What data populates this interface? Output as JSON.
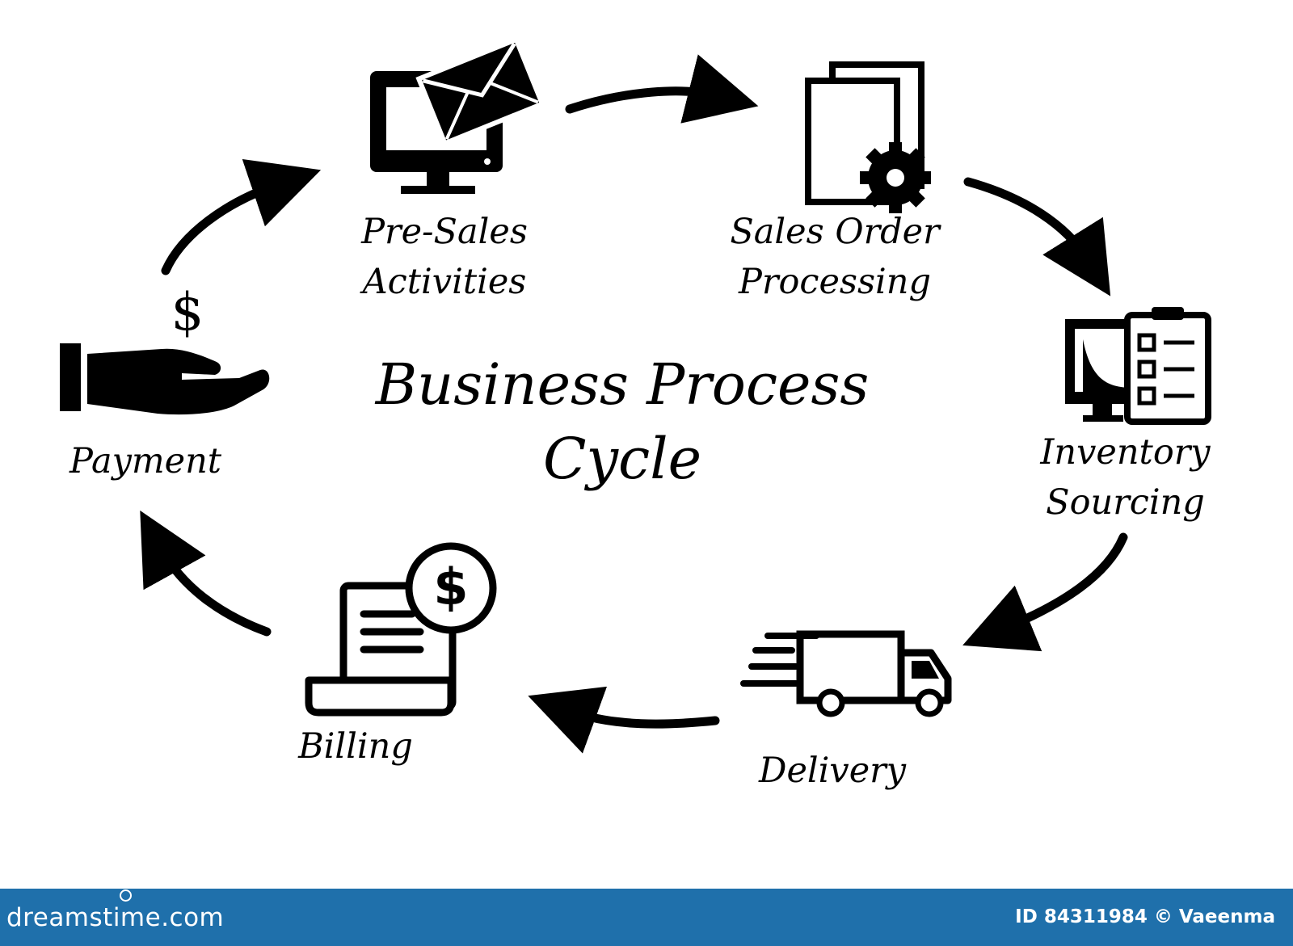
{
  "diagram": {
    "title_line1": "Business Process",
    "title_line2": "Cycle",
    "steps": [
      {
        "id": "pre-sales",
        "line1": "Pre-Sales",
        "line2": "Activities",
        "icon": "monitor-envelope-icon"
      },
      {
        "id": "sales-order",
        "line1": "Sales Order",
        "line2": "Processing",
        "icon": "documents-gear-icon"
      },
      {
        "id": "inventory",
        "line1": "Inventory",
        "line2": "Sourcing",
        "icon": "monitor-checklist-icon"
      },
      {
        "id": "delivery",
        "line1": "Delivery",
        "icon": "delivery-truck-icon"
      },
      {
        "id": "billing",
        "line1": "Billing",
        "icon": "invoice-dollar-icon"
      },
      {
        "id": "payment",
        "line1": "Payment",
        "icon": "hand-dollar-icon"
      }
    ],
    "dollar_sign": "$",
    "colors": {
      "ink": "#000000",
      "background": "#ffffff"
    }
  },
  "footer": {
    "brand": "dreamstime.com",
    "credit": "ID 84311984 © Vaeenma",
    "color": "#1f70ab"
  }
}
